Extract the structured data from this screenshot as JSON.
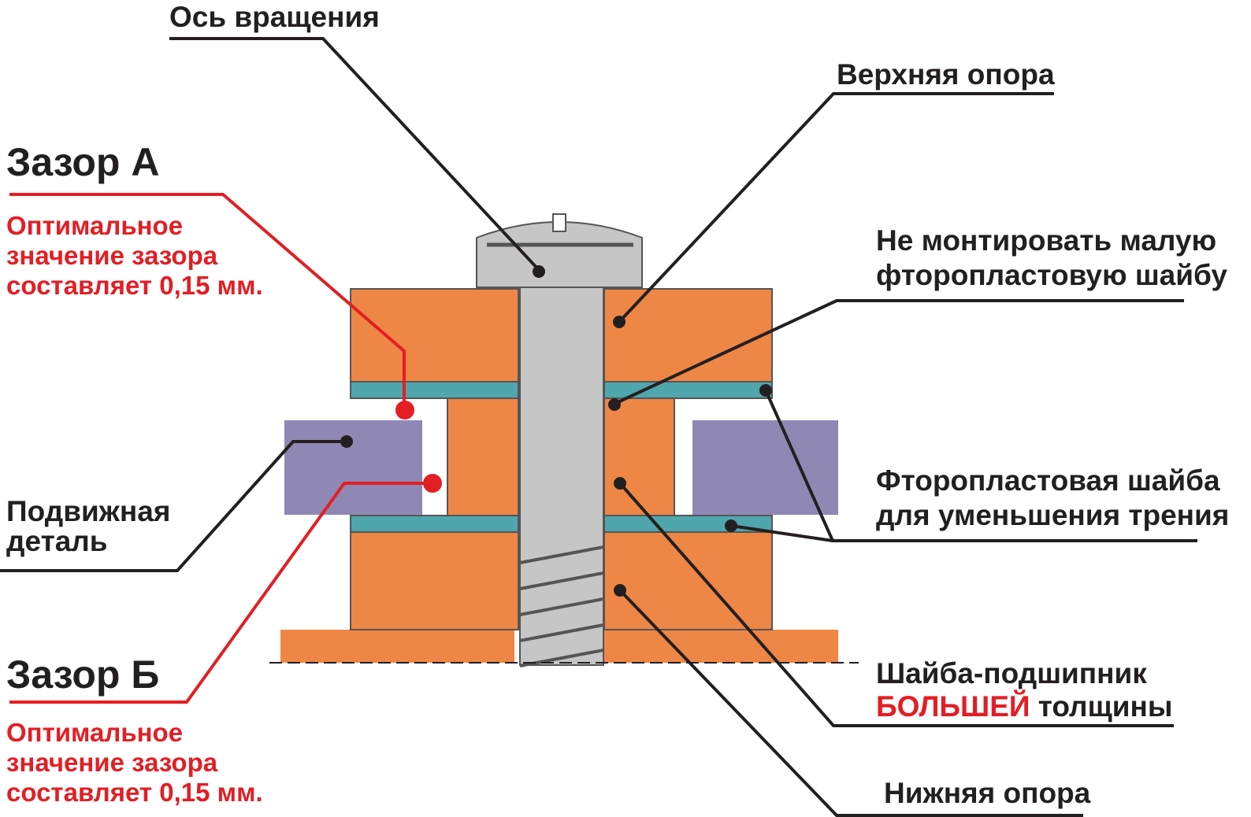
{
  "labels": {
    "rotation_axis": "Ось вращения",
    "upper_support": "Верхняя опора",
    "no_small_washer_line1": "Не монтировать малую",
    "no_small_washer_line2": "фторопластовую шайбу",
    "ptfe_washer_line1": "Фторопластовая шайба",
    "ptfe_washer_line2": "для уменьшения трения",
    "bearing_washer_line1": "Шайба-подшипник",
    "bearing_washer_emph": "БОЛЬШЕЙ",
    "bearing_washer_rest": " толщины",
    "lower_support": "Нижняя опора",
    "moving_part_line1": "Подвижная",
    "moving_part_line2": "деталь"
  },
  "gap_a": {
    "title": "Зазор А",
    "note_line1": "Оптимальное",
    "note_line2": "значение зазора",
    "note_line3": "составляет 0,15 мм."
  },
  "gap_b": {
    "title": "Зазор Б",
    "note_line1": "Оптимальное",
    "note_line2": "значение зазора",
    "note_line3": "составляет 0,15 мм."
  },
  "colors": {
    "support": "#ee8645",
    "ptfe_washer": "#4fa6ad",
    "moving_part": "#8f88b4",
    "axis": "#c6c6c6",
    "accent_red": "#e31e24",
    "text": "#231f20"
  }
}
